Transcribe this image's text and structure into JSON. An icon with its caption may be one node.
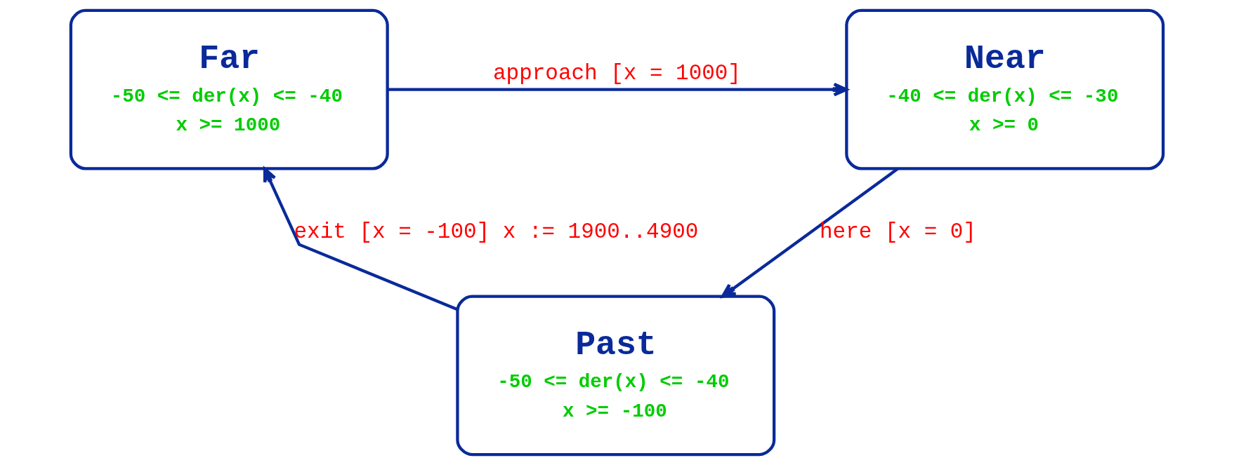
{
  "diagram": {
    "nodes": [
      {
        "text": [
          "Far",
          "-50 <= der(x) <= -40",
          "x >= 1000"
        ]
      },
      {
        "text": [
          "Near",
          "-40 <= der(x) <= -30",
          "x >= 0"
        ]
      },
      {
        "text": [
          "Past",
          "-50 <= der(x) <= -40",
          "x >= -100"
        ]
      }
    ],
    "edges": [
      {
        "from": 0,
        "to": 1,
        "arrow": "to",
        "label": "approach [x = 1000]"
      },
      {
        "from": 1,
        "to": 2,
        "arrow": "to",
        "label": "here [x = 0]"
      },
      {
        "from": 2,
        "to": 0,
        "arrow": "to",
        "label": "exit [x = -100] x := 1900..4900"
      }
    ]
  }
}
